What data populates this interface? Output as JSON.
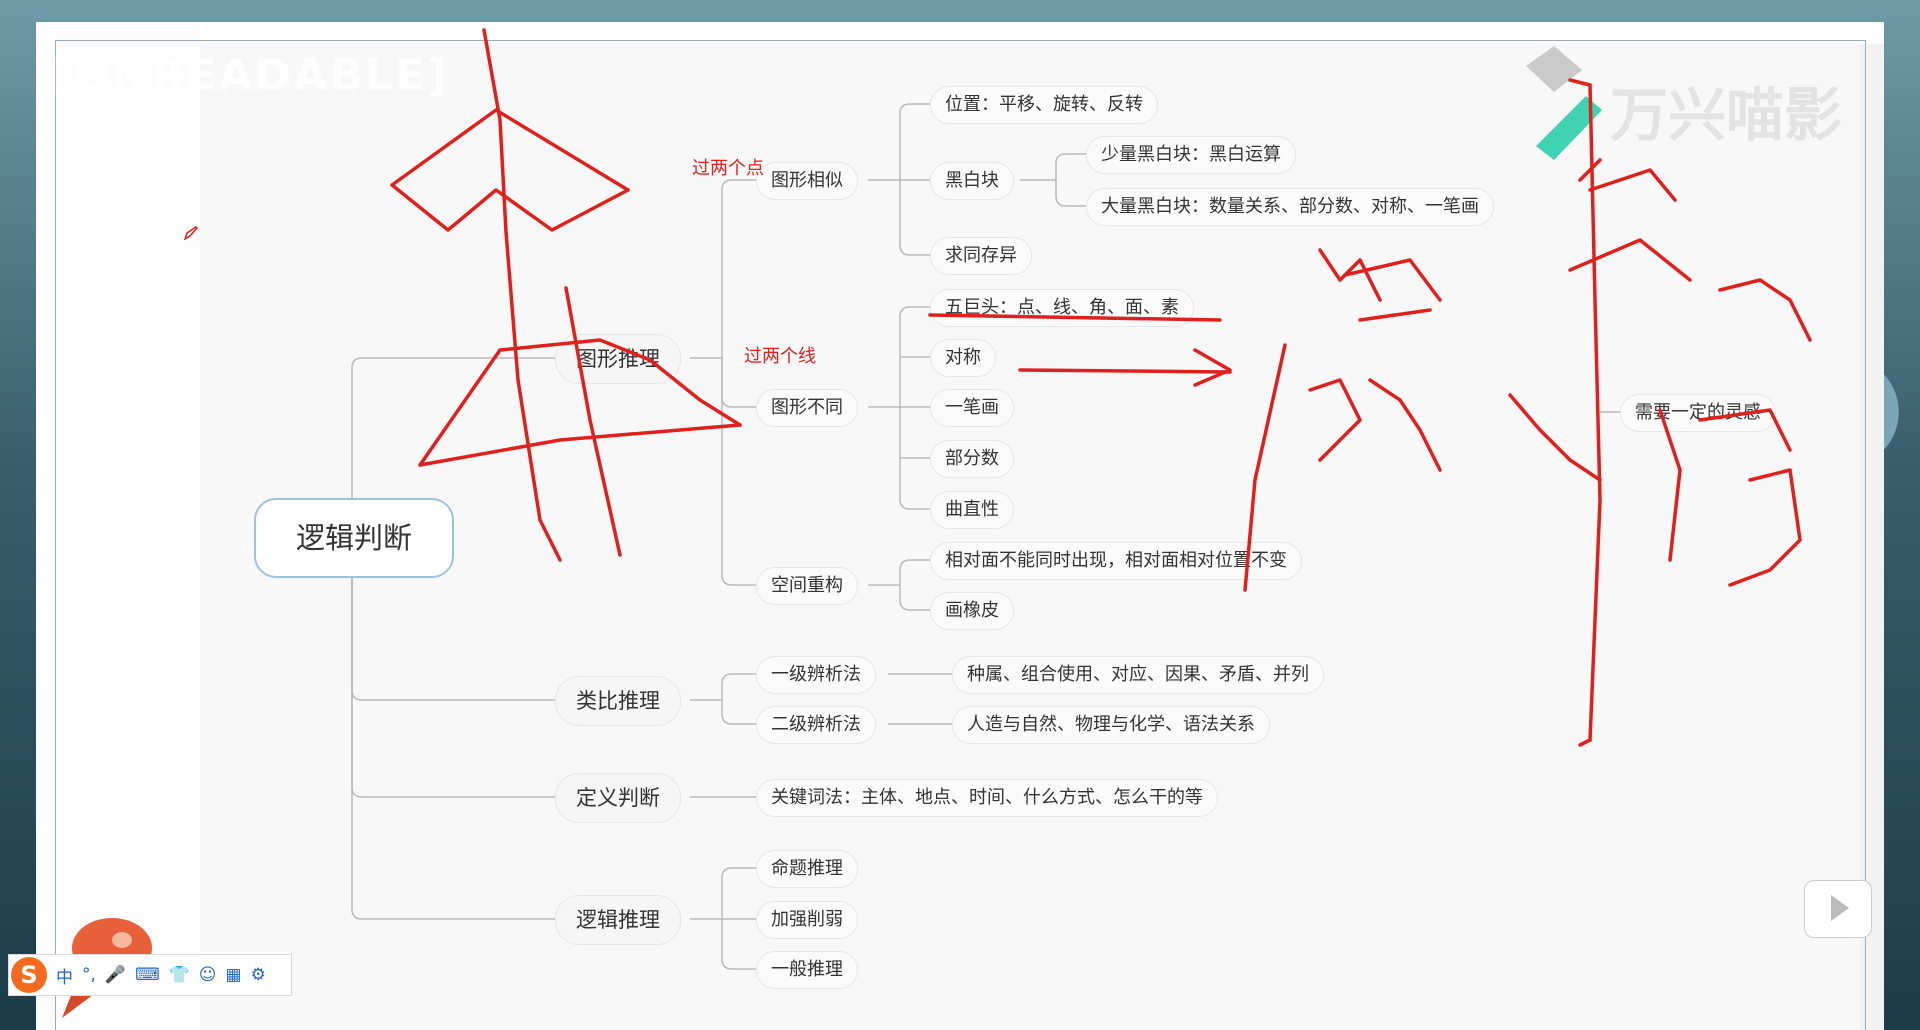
{
  "watermark": {
    "left": "[UNREADABLE]",
    "brand": "万兴喵影"
  },
  "root": "逻辑判断",
  "branches": {
    "tuxing": {
      "label": "图形推理",
      "similar": {
        "label": "图形相似",
        "pos": "位置：平移、旋转、反转",
        "heibai": "黑白块",
        "heibai_few": "少量黑白块：黑白运算",
        "heibai_many": "大量黑白块：数量关系、部分数、对称、一笔画",
        "qiutong": "求同存异"
      },
      "different": {
        "label": "图形不同",
        "wujutou": "五巨头：点、线、角、面、素",
        "duichen": "对称",
        "yibihua": "一笔画",
        "bufenshu": "部分数",
        "quzhixing": "曲直性"
      },
      "space": {
        "label": "空间重构",
        "xiangduimian": "相对面不能同时出现，相对面相对位置不变",
        "huaxiangpi": "画橡皮"
      }
    },
    "leibi": {
      "label": "类比推理",
      "yiji": "一级辨析法",
      "yiji_detail": "种属、组合使用、对应、因果、矛盾、并列",
      "erji": "二级辨析法",
      "erji_detail": "人造与自然、物理与化学、语法关系"
    },
    "dingyi": {
      "label": "定义判断",
      "detail": "关键词法：主体、地点、时间、什么方式、怎么干的等"
    },
    "luoji": {
      "label": "逻辑推理",
      "mingti": "命题推理",
      "jiaqiang": "加强削弱",
      "yiban": "一般推理"
    }
  },
  "annotations": {
    "two_points": "过两个点",
    "two_lines": "过两个线",
    "linggan": "需要一定的灵感"
  },
  "ime": {
    "logo": "S",
    "lang": "中",
    "punct": "°,"
  },
  "colors": {
    "ink": "#e0201c",
    "root_border": "#9dc3dc",
    "connector": "#b9b9b9"
  }
}
